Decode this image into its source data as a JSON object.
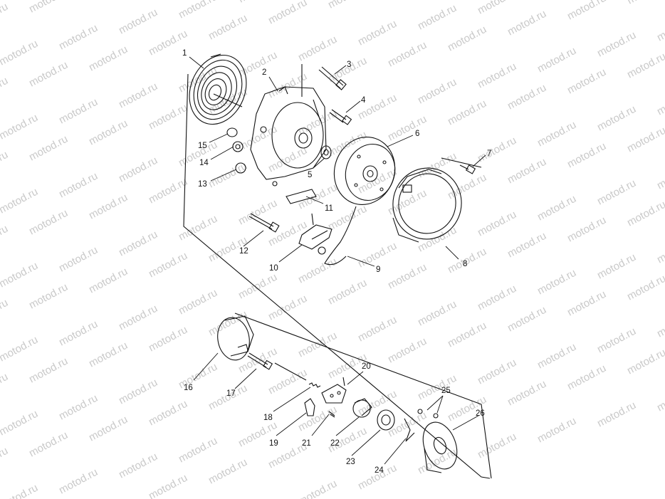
{
  "watermark_text": "motod.ru",
  "colors": {
    "ink": "#111111",
    "watermark": "#c9c9c9",
    "background": "#ffffff"
  },
  "parts": [
    {
      "label": "1"
    },
    {
      "label": "2"
    },
    {
      "label": "3"
    },
    {
      "label": "4"
    },
    {
      "label": "5"
    },
    {
      "label": "6"
    },
    {
      "label": "7"
    },
    {
      "label": "8"
    },
    {
      "label": "9"
    },
    {
      "label": "10"
    },
    {
      "label": "11"
    },
    {
      "label": "12"
    },
    {
      "label": "13"
    },
    {
      "label": "14"
    },
    {
      "label": "15"
    },
    {
      "label": "16"
    },
    {
      "label": "17"
    },
    {
      "label": "18"
    },
    {
      "label": "19"
    },
    {
      "label": "20"
    },
    {
      "label": "21"
    },
    {
      "label": "22"
    },
    {
      "label": "23"
    },
    {
      "label": "24"
    },
    {
      "label": "25"
    },
    {
      "label": "26"
    }
  ]
}
